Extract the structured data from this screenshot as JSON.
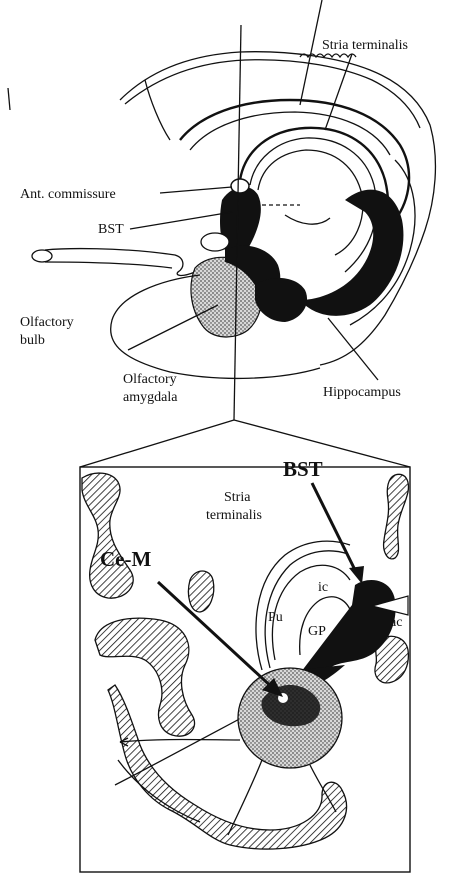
{
  "colors": {
    "ink": "#111111",
    "paper": "#ffffff",
    "stipple": "#7a7a7a"
  },
  "upper_labels": {
    "stria_terminalis": "Stria terminalis",
    "ant_commissure": "Ant. commissure",
    "bst": "BST",
    "olfactory_bulb_line1": "Olfactory",
    "olfactory_bulb_line2": "bulb",
    "olfactory_amygdala_line1": "Olfactory",
    "olfactory_amygdala_line2": "amygdala",
    "hippocampus": "Hippocampus"
  },
  "inset_labels": {
    "bst": "BST",
    "stria_terminalis_line1": "Stria",
    "stria_terminalis_line2": "terminalis",
    "ce_m": "Ce-M",
    "ic": "ic",
    "pu": "Pu",
    "gp": "GP",
    "ac": "ac"
  }
}
